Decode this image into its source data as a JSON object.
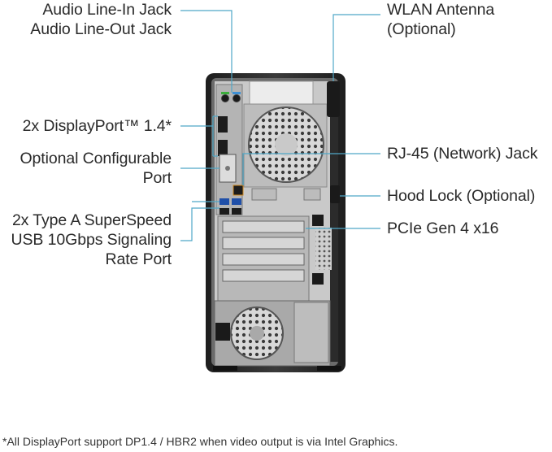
{
  "labels": {
    "audio": [
      "Audio Line-In Jack",
      "Audio Line-Out Jack"
    ],
    "wlan": [
      "WLAN Antenna",
      "(Optional)"
    ],
    "displayport": "2x DisplayPort™ 1.4*",
    "optional_port": [
      "Optional Configurable",
      "Port"
    ],
    "rj45": "RJ-45 (Network) Jack",
    "hood_lock": "Hood Lock (Optional)",
    "usb": [
      "2x Type A SuperSpeed",
      "USB 10Gbps Signaling",
      "Rate Port"
    ],
    "pcie": "PCIe Gen 4 x16"
  },
  "footnote": "*All DisplayPort support DP1.4 / HBR2 when video output is via Intel Graphics.",
  "colors": {
    "callout_line": "#4fa8c8",
    "chassis": "#2b2b2b",
    "panel": "#c9c9c9",
    "text": "#2a2a2a"
  }
}
